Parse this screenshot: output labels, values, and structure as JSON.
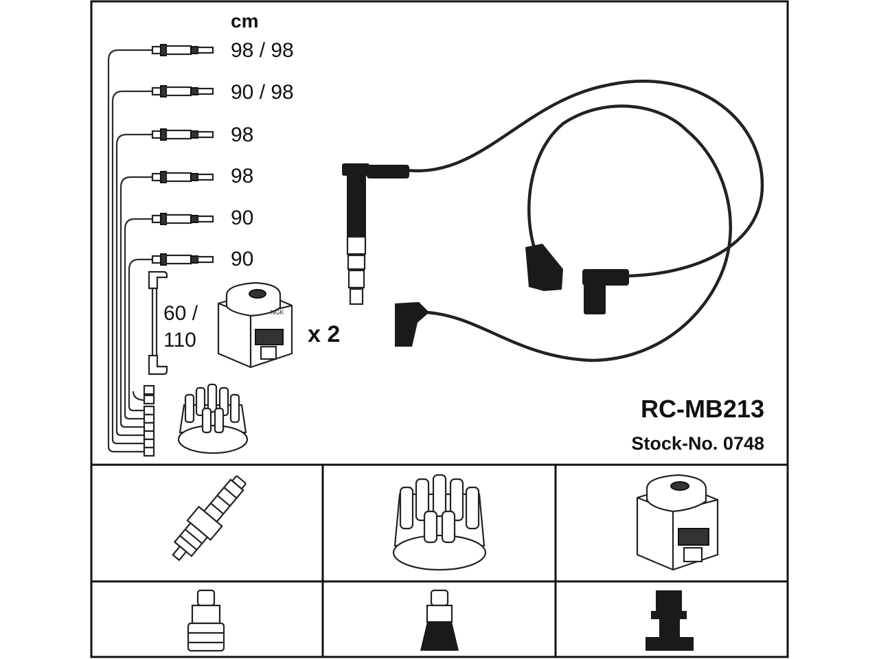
{
  "unit_label": "cm",
  "wire_lengths": [
    "98 / 98",
    "90 / 98",
    "98",
    "98",
    "90",
    "90"
  ],
  "coil_wire_length": {
    "line1": "60 /",
    "line2": "110"
  },
  "multiplier": "x 2",
  "product_code": "RC-MB213",
  "stock_number": "Stock-No. 0748",
  "coil_brand": "NGK"
}
